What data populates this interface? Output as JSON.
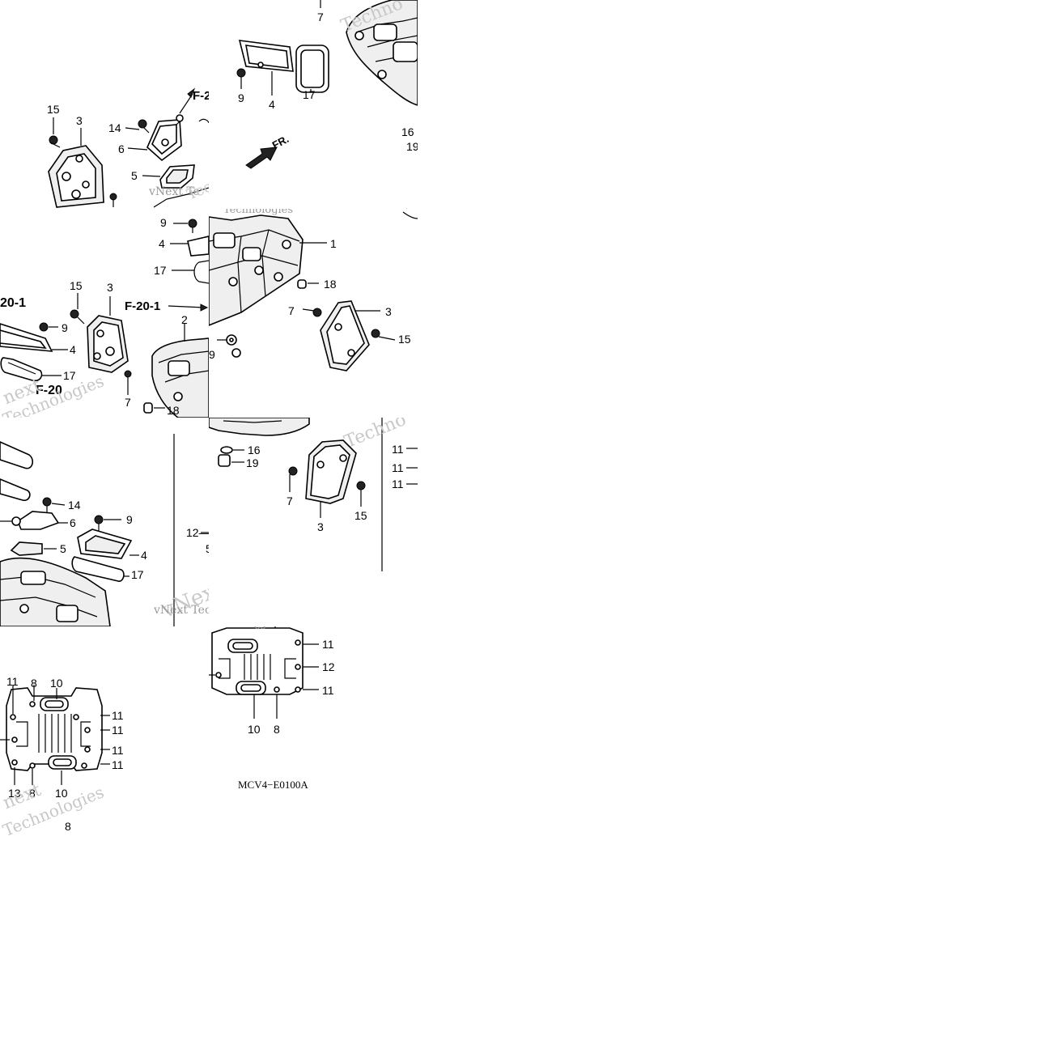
{
  "diagram": {
    "drawing_code": "MCV4−E0100A",
    "watermarks": [
      "vNext",
      "Technologies",
      "Techno",
      "vNext Te",
      "vNext Tec",
      "Tec",
      "next",
      "Technologies"
    ],
    "tile_tl": {
      "labels": [
        "15",
        "3",
        "14",
        "6",
        "5",
        "F-2",
        "vNext Te"
      ]
    },
    "tile_tr": {
      "labels": [
        "7",
        "9",
        "4",
        "17",
        "16",
        "19",
        "FR."
      ]
    },
    "tile_ml": {
      "labels": [
        "20-1",
        "15",
        "3",
        "9",
        "4",
        "17",
        "F-20",
        "7",
        "18",
        "9",
        "4",
        "17",
        "F-20-1",
        "2"
      ]
    },
    "tile_mr": {
      "labels": [
        "1",
        "18",
        "7",
        "3",
        "15",
        "9"
      ]
    },
    "tile_bl": {
      "labels": [
        "14",
        "6",
        "9",
        "5",
        "4",
        "17",
        "12—",
        "5"
      ]
    },
    "tile_br": {
      "labels": [
        "16",
        "19",
        "7",
        "15",
        "3",
        "11",
        "11",
        "11"
      ]
    },
    "tile_cl": {
      "labels": [
        "11",
        "8",
        "10",
        "11",
        "11",
        "11",
        "11",
        "13",
        "8",
        "10",
        "8"
      ]
    },
    "tile_cr": {
      "labels": [
        "11",
        "12",
        "11",
        "10",
        "8",
        "es"
      ]
    }
  }
}
